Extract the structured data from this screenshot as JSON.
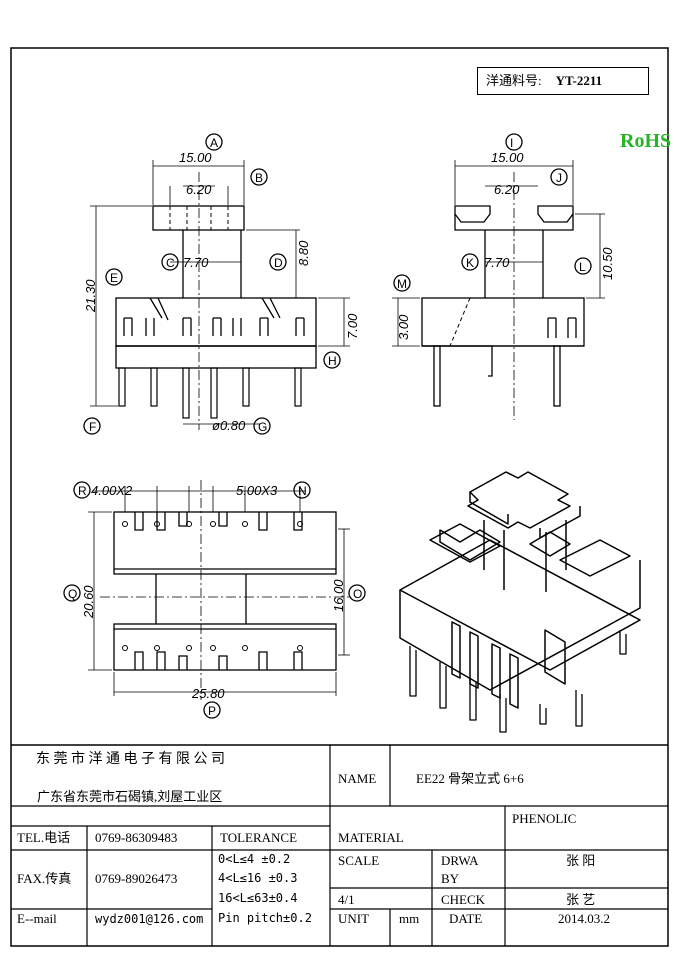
{
  "part_number": {
    "label": "洋通料号:",
    "value": "YT-2211"
  },
  "rohs": "RoHS",
  "front_view": {
    "dim_a": "15.00",
    "dim_b": "6.20",
    "dim_c": "7.70",
    "dim_d": "8.80",
    "dim_e": "21.30",
    "dim_h": "7.00",
    "dim_g": "ø0.80",
    "labels": {
      "a": "A",
      "b": "B",
      "c": "C",
      "d": "D",
      "e": "E",
      "f": "F",
      "g": "G",
      "h": "H"
    }
  },
  "side_view": {
    "dim_i": "15.00",
    "dim_j": "6.20",
    "dim_k": "7.70",
    "dim_l": "10.50",
    "dim_m": "3.00",
    "labels": {
      "i": "I",
      "j": "J",
      "k": "K",
      "l": "L",
      "m": "M"
    }
  },
  "bottom_view": {
    "dim_r": "4.00X2",
    "dim_n": "5.00X3",
    "dim_q": "20.60",
    "dim_o": "16.00",
    "dim_p": "25.80",
    "labels": {
      "r": "R",
      "n": "N",
      "q": "Q",
      "o": "O",
      "p": "P"
    }
  },
  "title_block": {
    "company": "东 莞 市 洋 通 电 子 有 限 公 司",
    "address": "广东省东莞市石碣镇,刘屋工业区",
    "name_label": "NAME",
    "name_value": "EE22 骨架立式 6+6",
    "phenolic": "PHENOLIC",
    "tel_label": "TEL.电话",
    "tel_value": "0769-86309483",
    "tolerance_label": "TOLERANCE",
    "material_label": "MATERIAL",
    "fax_label": "FAX.传真",
    "fax_value": "0769-89026473",
    "tol_1": "0<L≤4  ±0.2",
    "tol_2": "4<L≤16 ±0.3",
    "tol_3": "16<L≤63±0.4",
    "tol_4": "Pin pitch±0.2",
    "scale_label": "SCALE",
    "drawn_by_label_1": "DRWA",
    "drawn_by_label_2": "BY",
    "drawn_by_value": "张 阳",
    "scale_value": "4/1",
    "check_label": "CHECK",
    "check_value": "张 艺",
    "email_label": "E--mail",
    "email_value": "wydz001@126.com",
    "unit_label": "UNIT",
    "unit_value": "mm",
    "date_label": "DATE",
    "date_value": "2014.03.2"
  }
}
